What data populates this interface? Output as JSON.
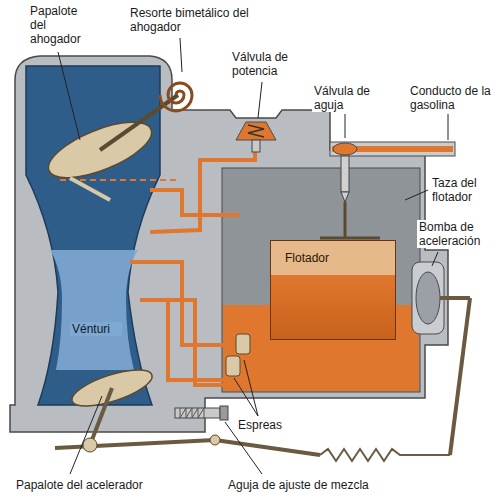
{
  "diagram": {
    "nodes": [
      {
        "text": [
          "Flotador"
        ]
      }
    ],
    "labels": [
      "Papalote del ahogador",
      "Resorte bimetálico del ahogador",
      "Válvula de potencia",
      "Válvula de aguja",
      "Conducto de la gasolina",
      "Taza del flotador",
      "Bomba de aceleración",
      "Vénturi",
      "Espreas",
      "Papalote del acelerador",
      "Aguja de ajuste de mezcla"
    ]
  }
}
